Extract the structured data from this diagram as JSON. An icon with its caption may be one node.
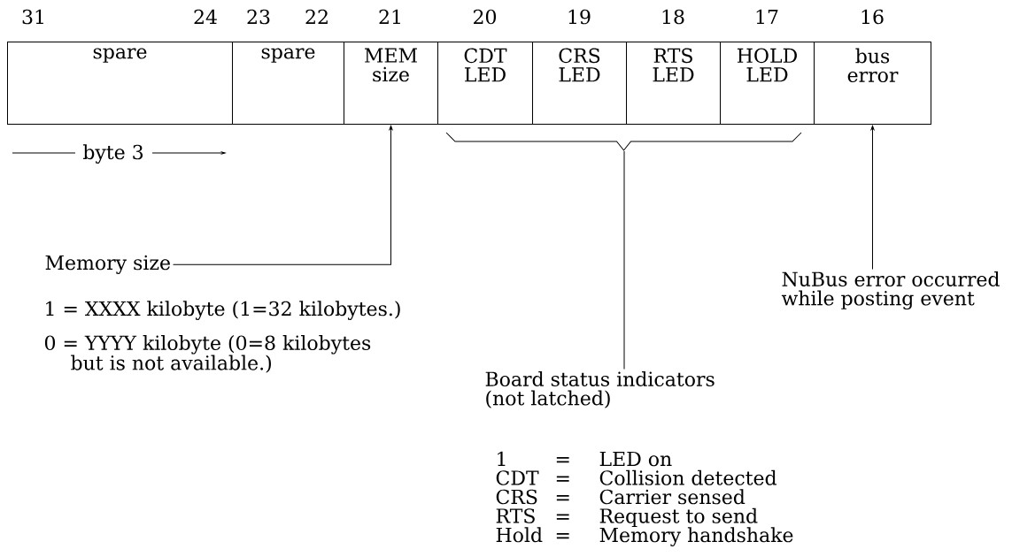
{
  "diagram": {
    "nodes": [
      {
        "text": [
          "spare"
        ],
        "beside": [
          "31",
          "24"
        ]
      },
      {
        "text": [
          "spare"
        ],
        "beside": [
          "23",
          "22"
        ]
      },
      {
        "text": [
          "MEM size"
        ],
        "beside": [
          "21"
        ]
      },
      {
        "text": [
          "CDT LED"
        ],
        "beside": [
          "20"
        ]
      },
      {
        "text": [
          "CRS LED"
        ],
        "beside": [
          "19"
        ]
      },
      {
        "text": [
          "RTS LED"
        ],
        "beside": [
          "18"
        ]
      },
      {
        "text": [
          "HOLD LED"
        ],
        "beside": [
          "17"
        ]
      },
      {
        "text": [
          "bus error"
        ],
        "beside": [
          "16"
        ]
      },
      {
        "text": [
          "Memory size"
        ]
      },
      {
        "text": [
          "Board status indicators (not latched)"
        ]
      },
      {
        "text": [
          "NuBus error occurred while posting event"
        ]
      },
      {
        "text": [],
        "shape": "bracket"
      }
    ],
    "edges": [
      {
        "from": 8,
        "to": 2,
        "arrow": "to"
      },
      {
        "from": 9,
        "to": 11,
        "arrow": "none"
      },
      {
        "from": 10,
        "to": 7,
        "arrow": "to"
      }
    ],
    "labels": [
      "byte 3",
      "1 = XXXX kilobyte (1=32 kilobytes.)",
      "0 = YYYY kilobyte (0=8 kilobytes but is not available.)",
      "1",
      "=",
      "LED on",
      "CDT",
      "=",
      "Collision detected",
      "CRS",
      "=",
      "Carrier sensed",
      "RTS",
      "=",
      "Request to send",
      "Hold",
      "=",
      "Memory handshake"
    ]
  }
}
